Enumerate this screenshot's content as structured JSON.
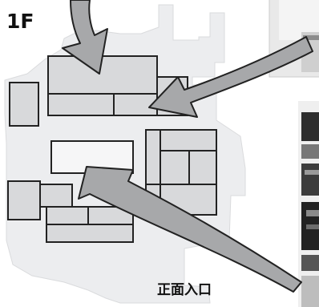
{
  "map": {
    "floor_label": "1F",
    "entrance_label": "正面入口"
  },
  "colors": {
    "floor_fill": "#ecedef",
    "room_fill": "#d8d9db",
    "room_stroke": "#222222",
    "arrow_fill": "#a7a8aa",
    "arrow_stroke": "#222222",
    "photo_light": "#e6e6e6",
    "photo_dark": "#3a3a3a"
  },
  "icons": {
    "photo_top": "photo-thumbnail",
    "photo_bottom": "photo-thumbnail"
  }
}
